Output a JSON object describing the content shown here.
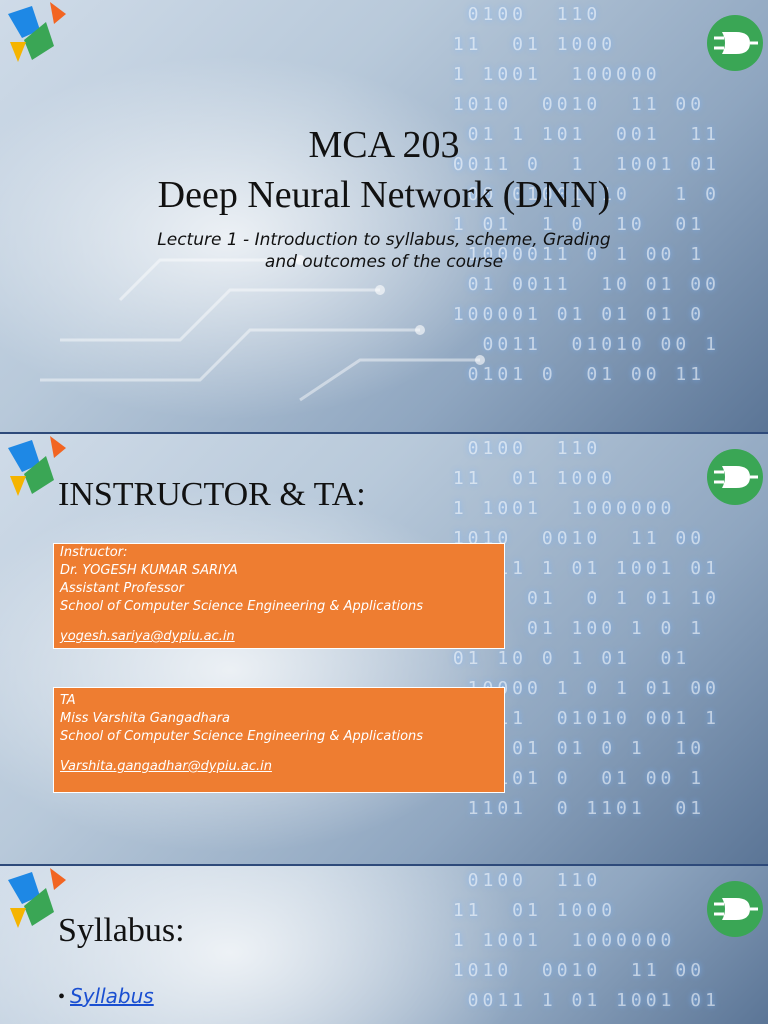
{
  "slide1": {
    "title_line1": "MCA 203",
    "title_line2": "Deep Neural Network (DNN)",
    "subtitle_line1": "Lecture 1  - Introduction to syllabus, scheme, Grading",
    "subtitle_line2": "and outcomes of the course"
  },
  "slide2": {
    "heading": "INSTRUCTOR & TA:",
    "instructor_card": {
      "role": "Instructor:",
      "name": "Dr. YOGESH KUMAR SARIYA",
      "designation": "Assistant Professor",
      "school": "School of Computer Science Engineering & Applications",
      "email": "yogesh.sariya@dypiu.ac.in"
    },
    "ta_card": {
      "role": "TA",
      "name": "Miss Varshita Gangadhara",
      "school": "School of Computer Science Engineering & Applications",
      "email": "Varshita.gangadhar@dypiu.ac.in"
    }
  },
  "slide3": {
    "heading": "Syllabus:",
    "bullet_symbol": "•",
    "link": "Syllabus"
  },
  "colors": {
    "card": "#ee7d31",
    "link": "#1a4fd1",
    "logo_green": "#3aa655",
    "logo_orange": "#f26522",
    "logo_blue": "#1e88e5"
  },
  "icons": [
    "university-logo-icon",
    "gate-logo-icon"
  ]
}
